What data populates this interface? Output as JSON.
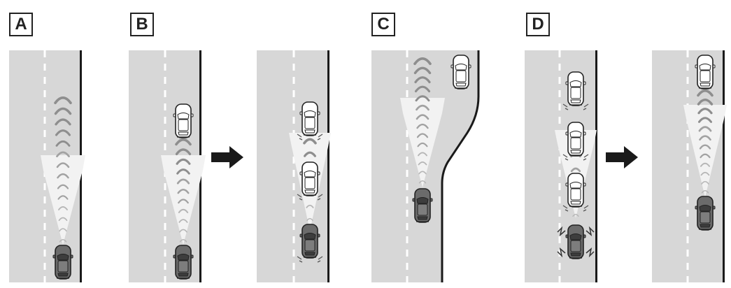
{
  "panels": [
    {
      "id": "A",
      "label": "A"
    },
    {
      "id": "B",
      "label": "B"
    },
    {
      "id": "C",
      "label": "C"
    },
    {
      "id": "D",
      "label": "D"
    }
  ],
  "icons": {
    "arrow": "right-arrow-icon",
    "own_vehicle": "own-car-icon",
    "other_vehicle": "preceding-car-icon",
    "radar": "radar-wave-icon",
    "sensor_range": "sensor-range-cone"
  },
  "colors": {
    "road": "#d7d7d7",
    "edge_line": "#1a1a1a",
    "dashed_line": "#ffffff",
    "cone": "#f2f2f2",
    "own_car": "#6b6b6b",
    "other_car": "#ffffff",
    "arrow": "#1a1a1a"
  }
}
